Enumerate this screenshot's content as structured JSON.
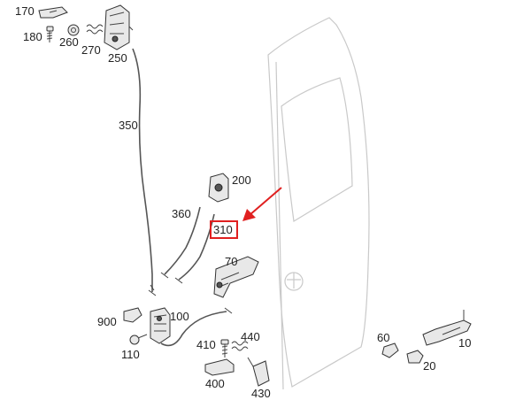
{
  "labels": {
    "p170": "170",
    "p180": "180",
    "p260": "260",
    "p270": "270",
    "p250": "250",
    "p350": "350",
    "p200": "200",
    "p360": "360",
    "p310": "310",
    "p70": "70",
    "p900": "900",
    "p100": "100",
    "p110": "110",
    "p410": "410",
    "p440": "440",
    "p400": "400",
    "p430": "430",
    "p60": "60",
    "p10": "10",
    "p20": "20"
  },
  "colors": {
    "highlight": "#e02020",
    "arrow": "#e02020",
    "door_outline": "#c9c9c9",
    "part_stroke": "#333333"
  }
}
